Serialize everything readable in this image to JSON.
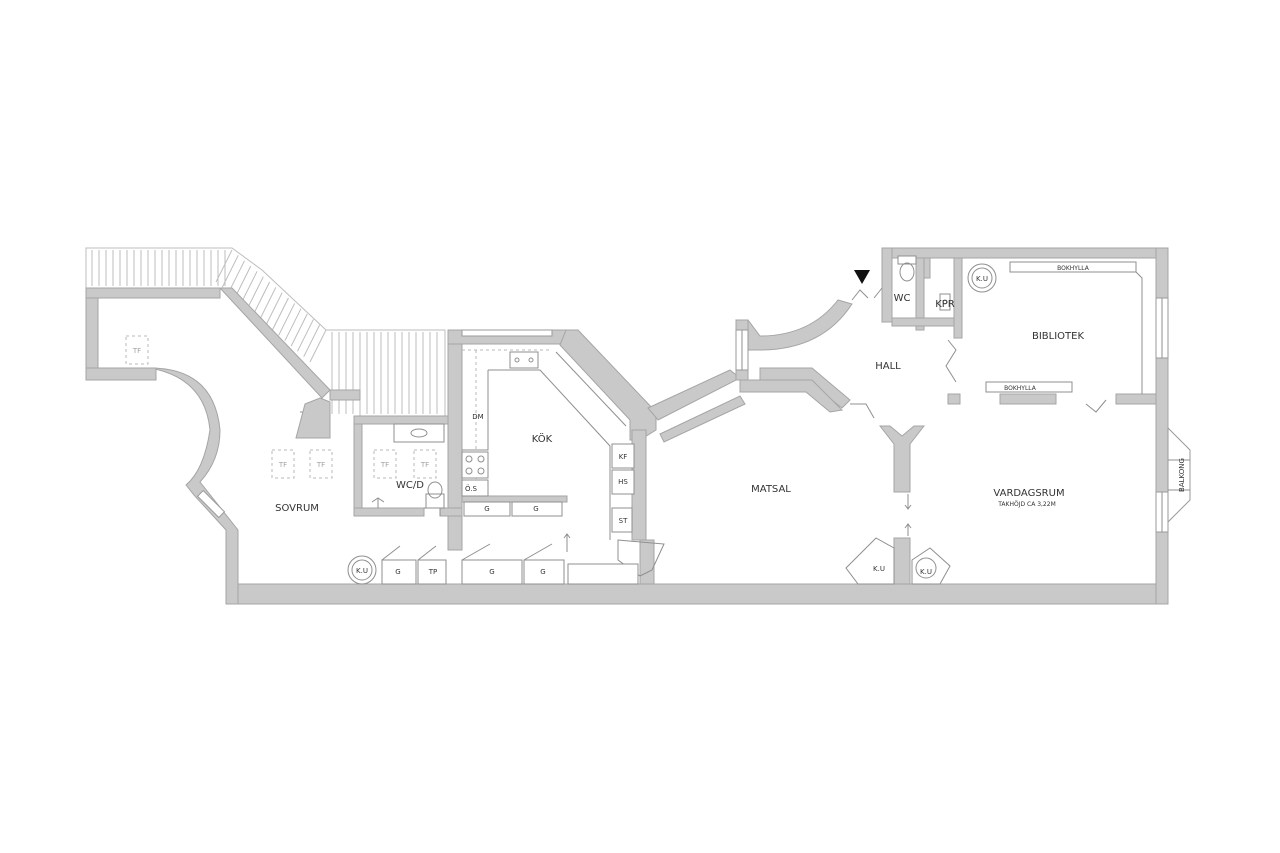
{
  "rooms": {
    "sovrum": "SOVRUM",
    "wcd": "WC/D",
    "kok": "KÖK",
    "matsal": "MATSAL",
    "hall": "HALL",
    "wc": "WC",
    "kpr": "KPR",
    "bibliotek": "BIBLIOTEK",
    "vardagsrum": "VARDAGSRUM",
    "takhojd": "TAKHÖJD CA 3,22M",
    "balkong": "BALKONG"
  },
  "fixtures": {
    "tf": "TF",
    "ku": "K.U",
    "g": "G",
    "tp": "TP",
    "dm": "DM",
    "os": "Ö.S",
    "kf": "KF",
    "hs": "HS",
    "st": "ST",
    "bokhylla": "BOKHYLLA"
  }
}
